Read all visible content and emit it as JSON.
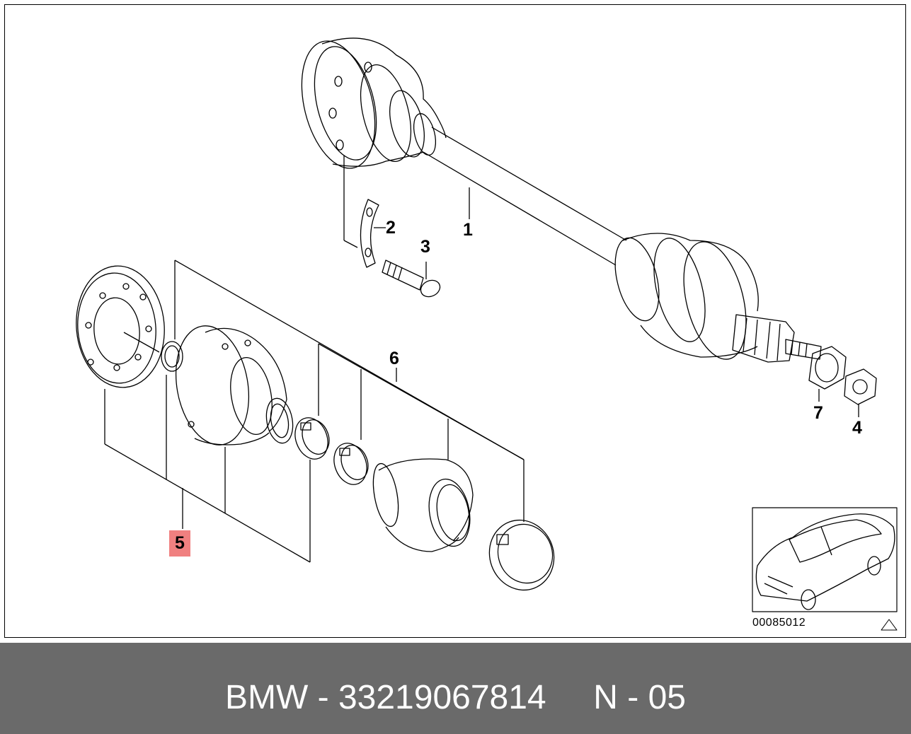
{
  "callouts": {
    "c1": "1",
    "c2": "2",
    "c3": "3",
    "c4": "4",
    "c5": "5",
    "c6": "6",
    "c7": "7"
  },
  "image_code": "00085012",
  "footer": {
    "title": "BMW - 33219067814     N - 05"
  },
  "colors": {
    "highlight": "#f08080",
    "footer_bg": "#6a6a6a",
    "line": "#000000"
  }
}
